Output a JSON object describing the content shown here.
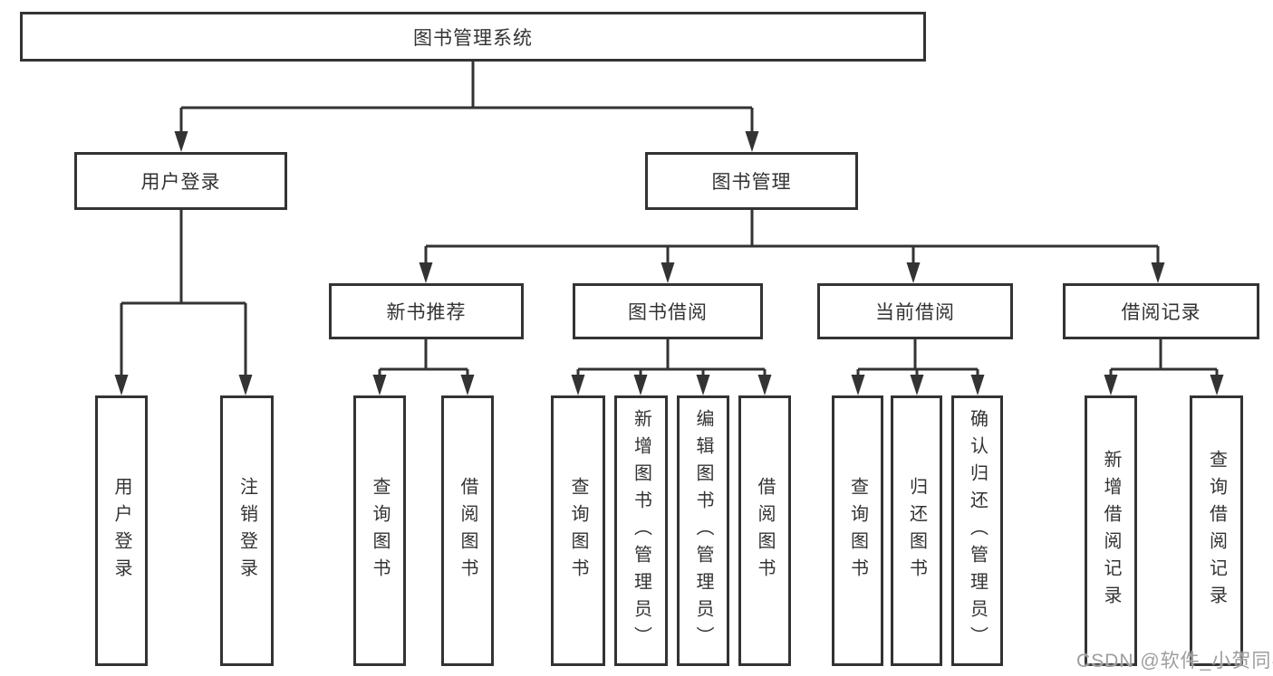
{
  "tree": {
    "root": {
      "label": "图书管理系统"
    },
    "login": {
      "label": "用户登录",
      "leaves": [
        {
          "label": "用户登录"
        },
        {
          "label": "注销登录"
        }
      ]
    },
    "management": {
      "label": "图书管理",
      "sections": [
        {
          "label": "新书推荐",
          "leaves": [
            {
              "label": "查询图书"
            },
            {
              "label": "借阅图书"
            }
          ]
        },
        {
          "label": "图书借阅",
          "leaves": [
            {
              "label": "查询图书"
            },
            {
              "label": "新增图书（管理员）"
            },
            {
              "label": "编辑图书（管理员）"
            },
            {
              "label": "借阅图书"
            }
          ]
        },
        {
          "label": "当前借阅",
          "leaves": [
            {
              "label": "查询图书"
            },
            {
              "label": "归还图书"
            },
            {
              "label": "确认归还（管理员）"
            }
          ]
        },
        {
          "label": "借阅记录",
          "leaves": [
            {
              "label": "新增借阅记录"
            },
            {
              "label": "查询借阅记录"
            }
          ]
        }
      ]
    }
  },
  "watermark": {
    "text": "CSDN @软件_小贺同学"
  },
  "colors": {
    "line": "#333333",
    "text": "#333333",
    "watermark": "#9e9e9e",
    "background": "#ffffff"
  }
}
